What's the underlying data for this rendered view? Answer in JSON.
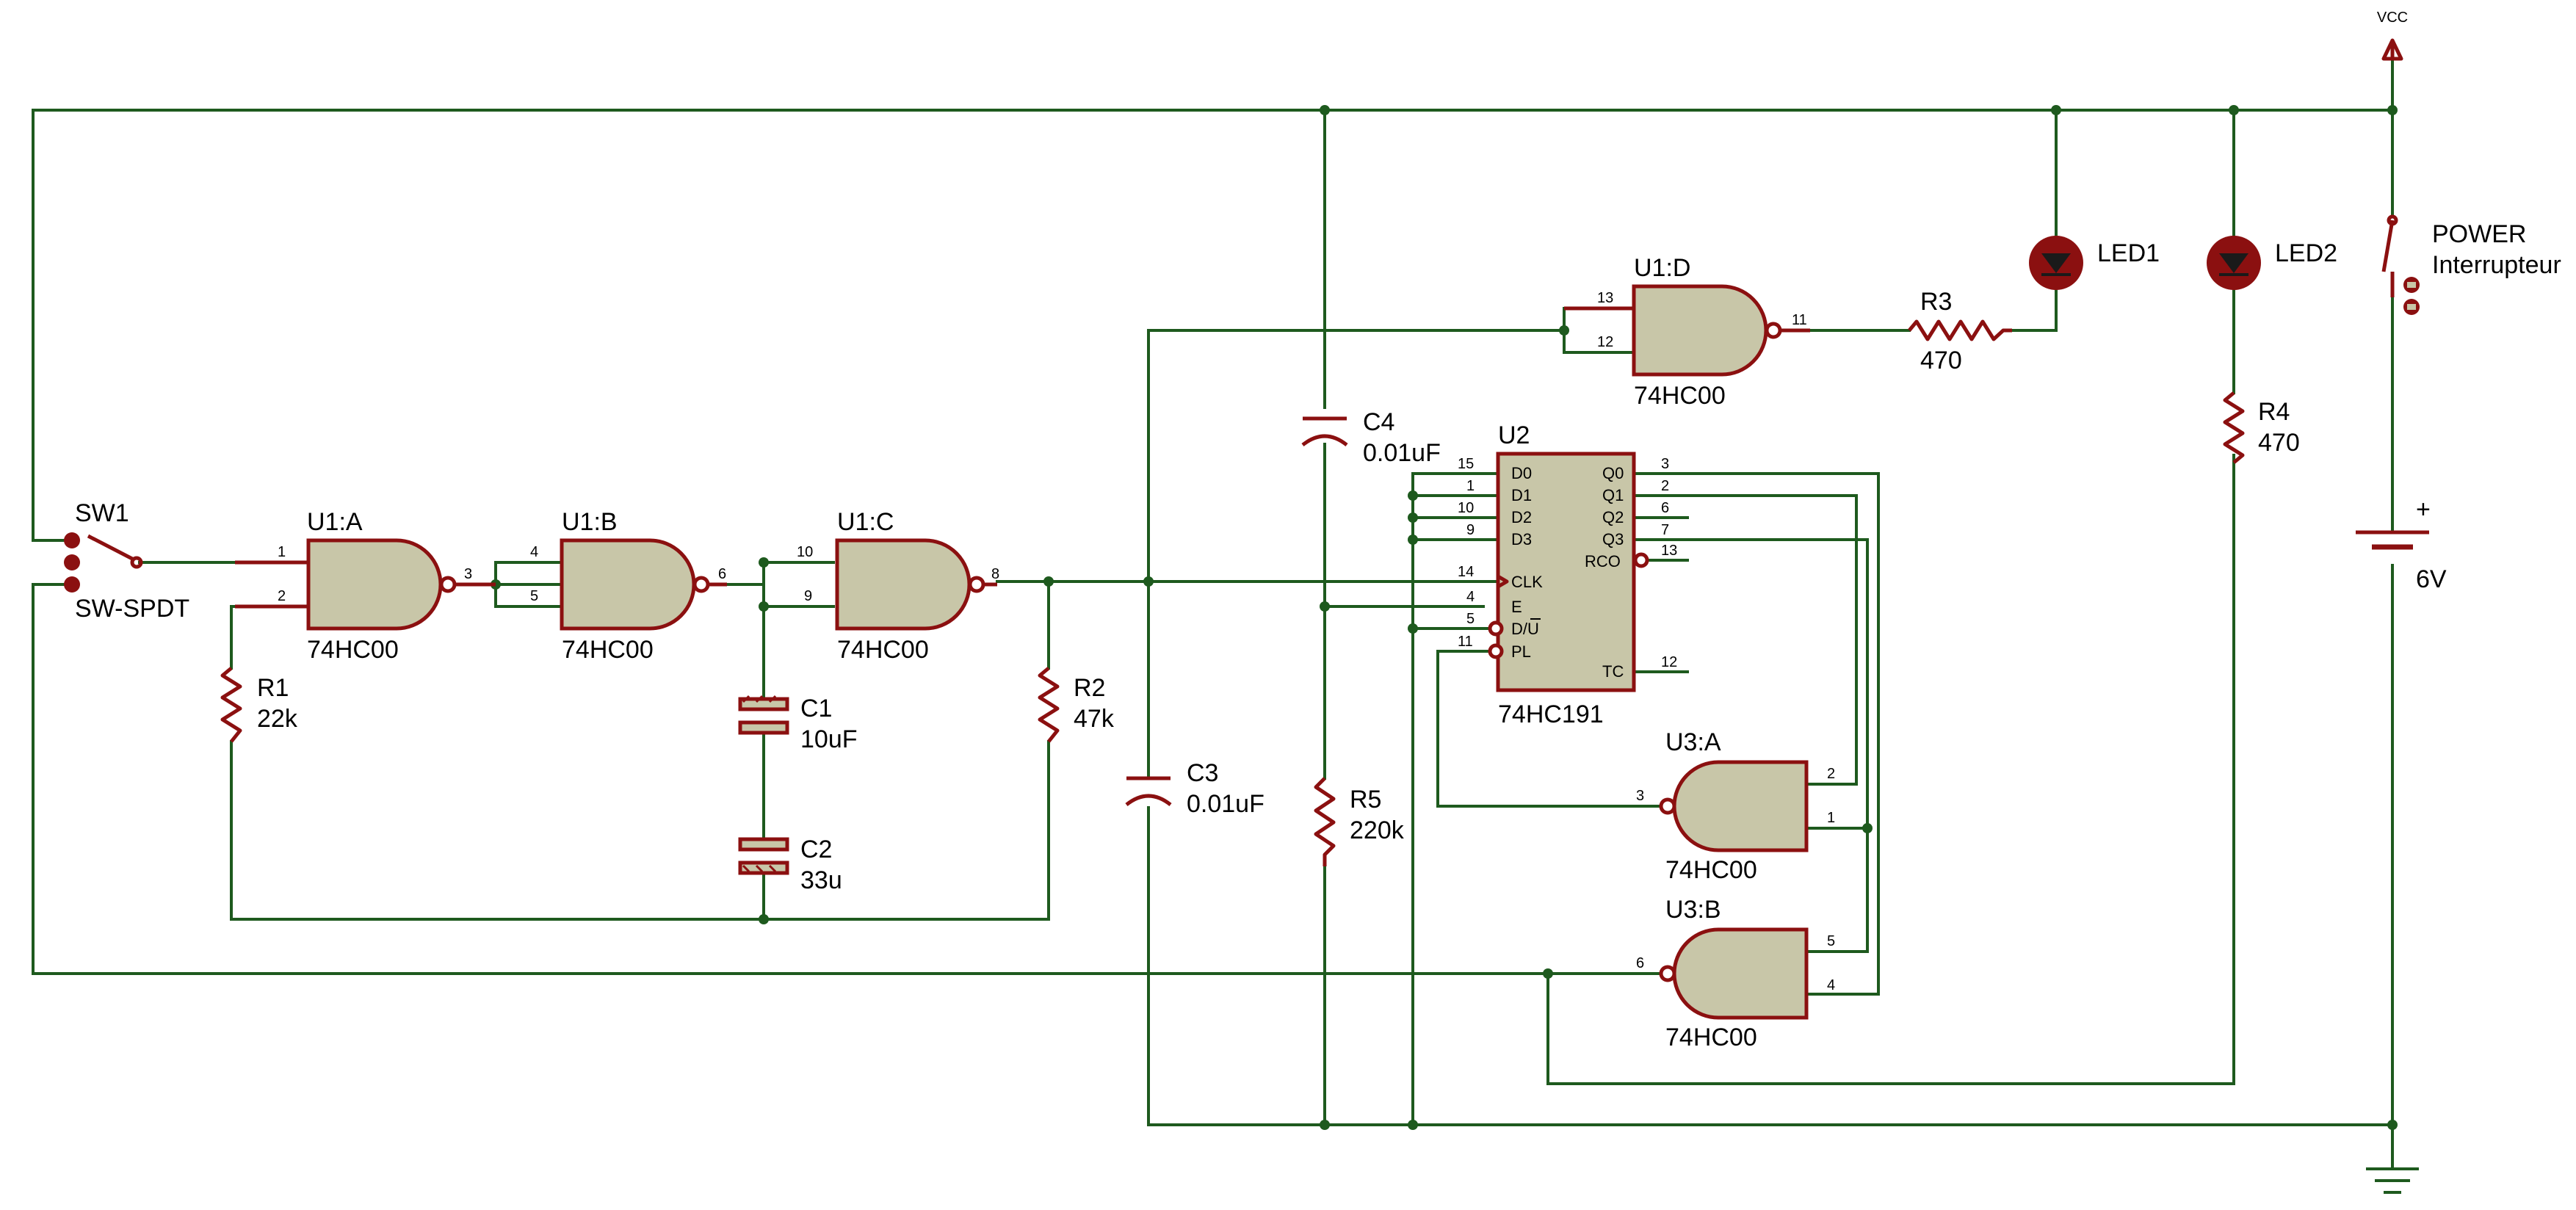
{
  "colors": {
    "wire": "#1e5a1e",
    "component": "#8b1010",
    "gate_fill": "#c8c6a8",
    "background": "#ffffff"
  },
  "power": {
    "vcc_label": "VCC",
    "switch_name": "POWER",
    "switch_desc": "Interrupteur",
    "battery_plus": "+",
    "battery_value": "6V"
  },
  "switches": {
    "sw1_name": "SW1",
    "sw1_type": "SW-SPDT"
  },
  "gates": {
    "u1a": {
      "name": "U1:A",
      "type": "74HC00",
      "pins": [
        "1",
        "2",
        "3"
      ]
    },
    "u1b": {
      "name": "U1:B",
      "type": "74HC00",
      "pins": [
        "4",
        "5",
        "6"
      ]
    },
    "u1c": {
      "name": "U1:C",
      "type": "74HC00",
      "pins": [
        "10",
        "9",
        "8"
      ]
    },
    "u1d": {
      "name": "U1:D",
      "type": "74HC00",
      "pins": [
        "13",
        "12",
        "11"
      ]
    },
    "u3a": {
      "name": "U3:A",
      "type": "74HC00",
      "pins": [
        "2",
        "1",
        "3"
      ]
    },
    "u3b": {
      "name": "U3:B",
      "type": "74HC00",
      "pins": [
        "5",
        "4",
        "6"
      ]
    }
  },
  "counter": {
    "name": "U2",
    "type": "74HC191",
    "left_pins": [
      {
        "num": "15",
        "label": "D0"
      },
      {
        "num": "1",
        "label": "D1"
      },
      {
        "num": "10",
        "label": "D2"
      },
      {
        "num": "9",
        "label": "D3"
      },
      {
        "num": "14",
        "label": "CLK"
      },
      {
        "num": "4",
        "label": "E"
      },
      {
        "num": "5",
        "label": "D/U"
      },
      {
        "num": "11",
        "label": "PL"
      }
    ],
    "right_pins": [
      {
        "num": "3",
        "label": "Q0"
      },
      {
        "num": "2",
        "label": "Q1"
      },
      {
        "num": "6",
        "label": "Q2"
      },
      {
        "num": "7",
        "label": "Q3"
      },
      {
        "num": "13",
        "label": "RCO"
      },
      {
        "num": "12",
        "label": "TC"
      }
    ]
  },
  "resistors": {
    "r1": {
      "name": "R1",
      "value": "22k"
    },
    "r2": {
      "name": "R2",
      "value": "47k"
    },
    "r3": {
      "name": "R3",
      "value": "470"
    },
    "r4": {
      "name": "R4",
      "value": "470"
    },
    "r5": {
      "name": "R5",
      "value": "220k"
    }
  },
  "capacitors": {
    "c1": {
      "name": "C1",
      "value": "10uF"
    },
    "c2": {
      "name": "C2",
      "value": "33u"
    },
    "c3": {
      "name": "C3",
      "value": "0.01uF"
    },
    "c4": {
      "name": "C4",
      "value": "0.01uF"
    }
  },
  "leds": {
    "led1": "LED1",
    "led2": "LED2"
  }
}
